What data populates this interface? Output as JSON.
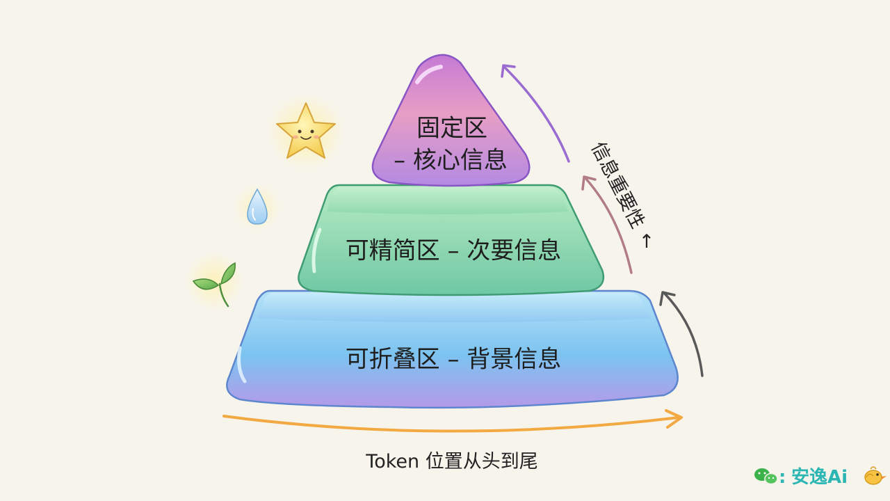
{
  "pyramid": {
    "top": {
      "line1": "固定区",
      "line2": "– 核心信息",
      "color_light": "#d89ad8",
      "color_dark": "#9a62c8"
    },
    "middle": {
      "label": "可精简区 – 次要信息",
      "color_light": "#a8e4b6",
      "color_dark": "#4aa37a"
    },
    "bottom": {
      "label": "可折叠区 – 背景信息",
      "color_light": "#a9dcf5",
      "color_dark": "#4f8fe0"
    }
  },
  "axes": {
    "importance_label": "信息重要性",
    "importance_arrow": "↑",
    "position_label": "Token 位置从头到尾"
  },
  "decorations": {
    "star": "star-icon",
    "droplet": "water-drop-icon",
    "sprout": "sprout-icon"
  },
  "watermark": {
    "separator": ":",
    "brand": "安逸Ai",
    "brand_color": "#2bb5b3",
    "wechat_color": "#3cb34a"
  }
}
